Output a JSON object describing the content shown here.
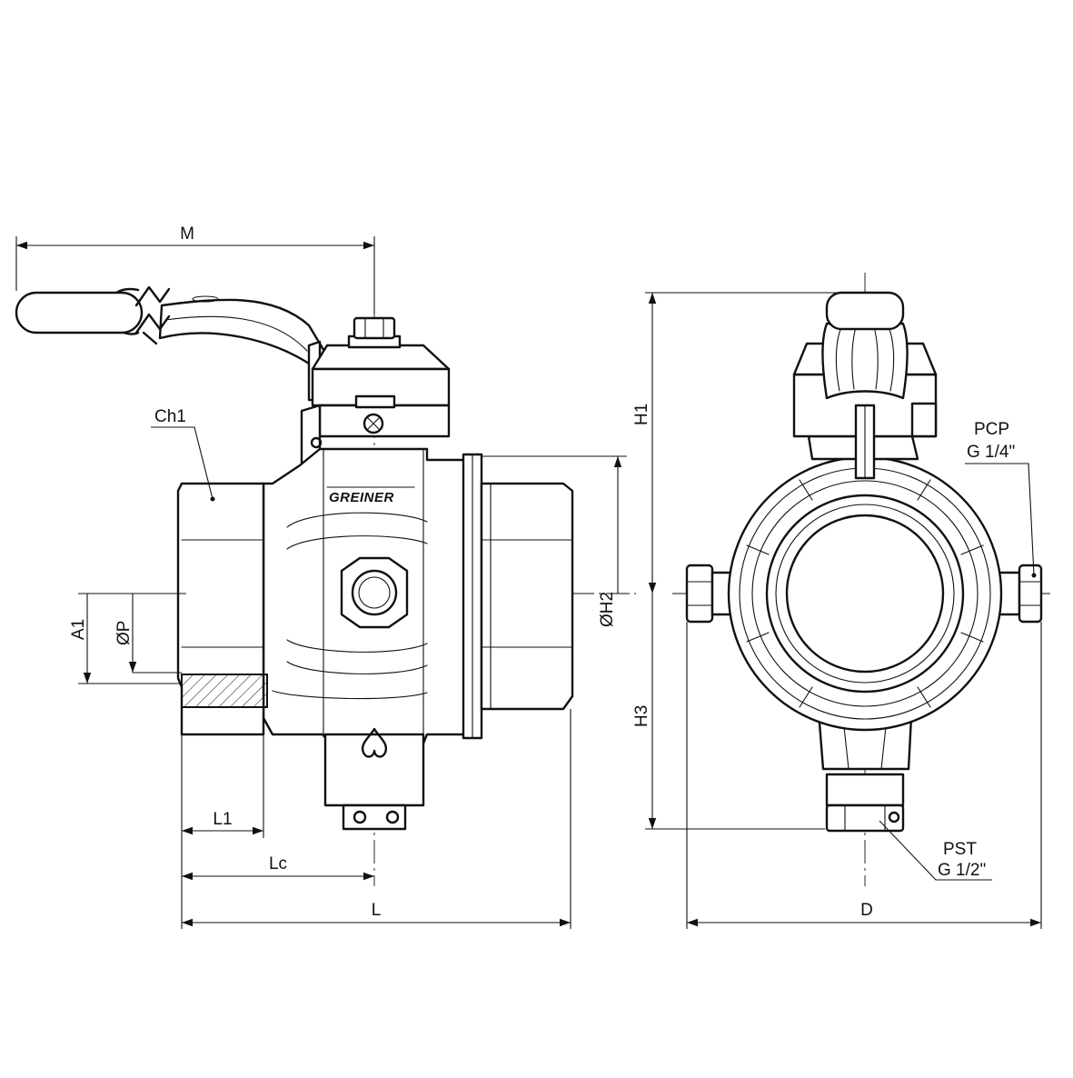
{
  "labels": {
    "M": "M",
    "Ch1": "Ch1",
    "A1": "A1",
    "P": "ØP",
    "L1": "L1",
    "Lc": "Lc",
    "L": "L",
    "H2": "ØH2",
    "H1": "H1",
    "H3": "H3",
    "D": "D",
    "pcp_name": "PCP",
    "pcp_thread": "G 1/4\"",
    "pst_name": "PST",
    "pst_thread": "G 1/2\""
  },
  "brand": "GREINER"
}
